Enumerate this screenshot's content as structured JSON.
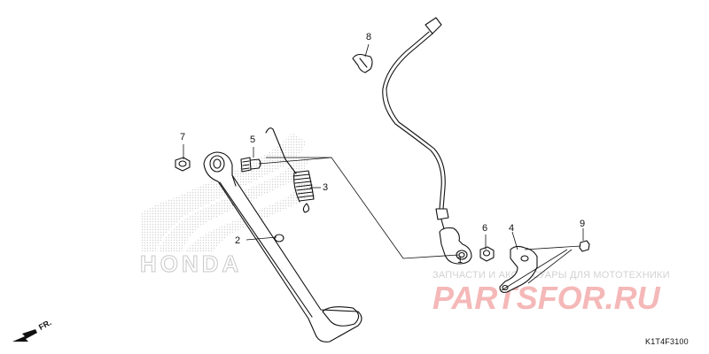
{
  "diagram": {
    "callouts": [
      {
        "id": "c1",
        "text": "1"
      },
      {
        "id": "c2",
        "text": "2"
      },
      {
        "id": "c3",
        "text": "3"
      },
      {
        "id": "c4",
        "text": "4"
      },
      {
        "id": "c5",
        "text": "5"
      },
      {
        "id": "c6",
        "text": "6"
      },
      {
        "id": "c7",
        "text": "7"
      },
      {
        "id": "c8",
        "text": "8"
      },
      {
        "id": "c9",
        "text": "9"
      }
    ],
    "diagram_code": "K1T4F3100",
    "direction_label": "FR."
  },
  "watermark": {
    "brand_text": "PARTSFOR.RU",
    "subtitle": "ЗАПЧАСТИ И АКСЕССУАРЫ ДЛЯ МОТОТЕХНИКИ",
    "honda_text": "HONDA",
    "brand_color": "#e8262a"
  }
}
